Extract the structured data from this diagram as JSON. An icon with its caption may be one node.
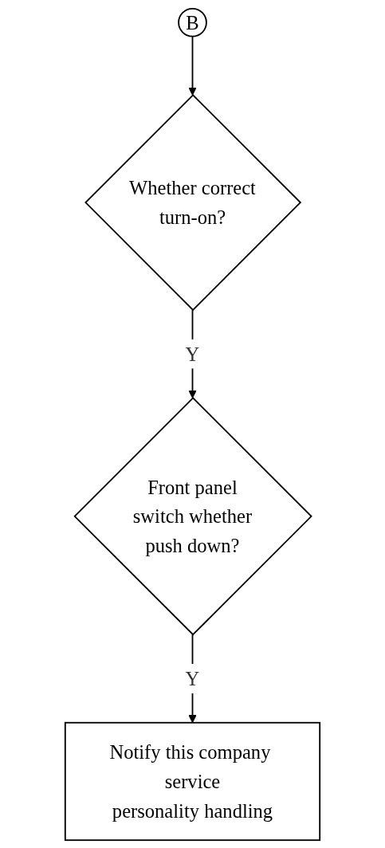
{
  "diagram": {
    "nodes": [
      {
        "text": [
          "B"
        ]
      },
      {
        "text": [
          "Whether correct turn-on?"
        ]
      },
      {
        "text": [
          "Front panel switch whether push down?"
        ]
      },
      {
        "text": [
          "Notify this company service personality handling"
        ]
      }
    ],
    "edges": [
      {
        "from": 0,
        "to": 1,
        "arrow": "to"
      },
      {
        "from": 1,
        "to": 2,
        "arrow": "to",
        "label": "Y"
      },
      {
        "from": 2,
        "to": 3,
        "arrow": "to",
        "label": "Y"
      }
    ]
  }
}
